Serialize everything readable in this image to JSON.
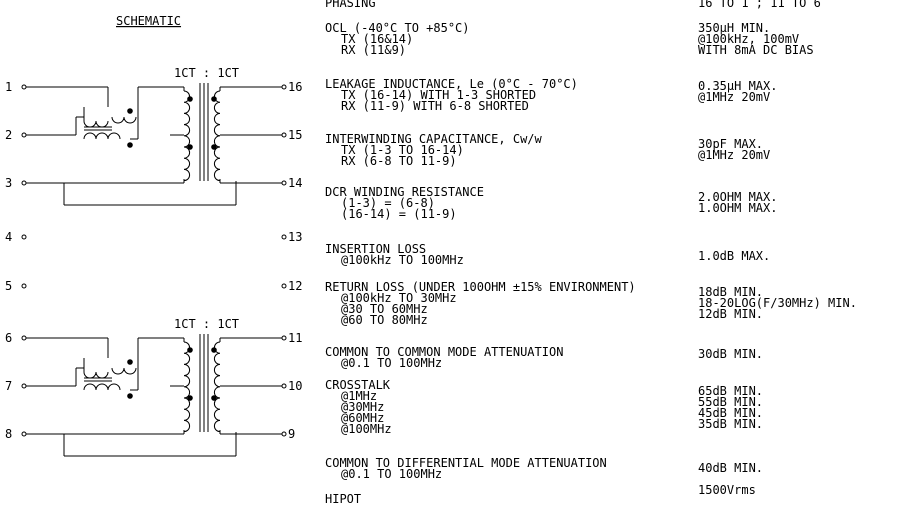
{
  "schematic": {
    "title": "SCHEMATIC",
    "ratio_top": "1CT : 1CT",
    "ratio_bottom": "1CT : 1CT",
    "pins_left": [
      "1",
      "2",
      "3",
      "4",
      "5",
      "6",
      "7",
      "8"
    ],
    "pins_right": [
      "16",
      "15",
      "14",
      "13",
      "12",
      "11",
      "10",
      "9"
    ]
  },
  "specs": [
    {
      "lines": [
        "PHASING"
      ],
      "values": [
        "16 TO 1 ; 11 TO 6"
      ]
    },
    {
      "lines": [
        "OCL (-40°C TO +85°C)",
        "TX (16&14)",
        "RX (11&9)"
      ],
      "values": [
        "350µH MIN.",
        "@100kHz, 100mV",
        "WITH 8mA DC BIAS"
      ]
    },
    {
      "lines": [
        "LEAKAGE INDUCTANCE, Le (0°C - 70°C)",
        "TX (16-14) WITH 1-3 SHORTED",
        "RX (11-9) WITH 6-8 SHORTED"
      ],
      "values": [
        "0.35µH MAX.",
        "@1MHz 20mV"
      ]
    },
    {
      "lines": [
        "INTERWINDING CAPACITANCE, Cw/w",
        "TX (1-3 TO 16-14)",
        "RX (6-8 TO 11-9)"
      ],
      "values": [
        "30pF MAX.",
        "@1MHz 20mV"
      ]
    },
    {
      "lines": [
        "DCR WINDING RESISTANCE",
        "(1-3) = (6-8)",
        "(16-14) = (11-9)"
      ],
      "values": [
        "2.0OHM MAX.",
        "1.0OHM MAX."
      ]
    },
    {
      "lines": [
        "INSERTION LOSS",
        "@100kHz TO 100MHz"
      ],
      "values": [
        "1.0dB MAX."
      ]
    },
    {
      "lines": [
        "RETURN LOSS (UNDER 100OHM ±15% ENVIRONMENT)",
        "@100kHz TO 30MHz",
        "@30 TO 60MHz",
        "@60 TO 80MHz"
      ],
      "values": [
        "18dB MIN.",
        "18-20LOG(F/30MHz) MIN.",
        "12dB MIN."
      ]
    },
    {
      "lines": [
        "COMMON TO COMMON MODE ATTENUATION",
        "@0.1 TO 100MHz"
      ],
      "values": [
        "30dB MIN."
      ]
    },
    {
      "lines": [
        "CROSSTALK",
        "@1MHz",
        "@30MHz",
        "@60MHz",
        "@100MHz"
      ],
      "values": [
        "65dB MIN.",
        "55dB MIN.",
        "45dB MIN.",
        "35dB MIN."
      ]
    },
    {
      "lines": [
        "COMMON TO DIFFERENTIAL MODE ATTENUATION",
        "@0.1 TO 100MHz"
      ],
      "values": [
        "40dB MIN."
      ]
    },
    {
      "lines": [
        "HIPOT"
      ],
      "values": [
        "1500Vrms"
      ]
    }
  ]
}
